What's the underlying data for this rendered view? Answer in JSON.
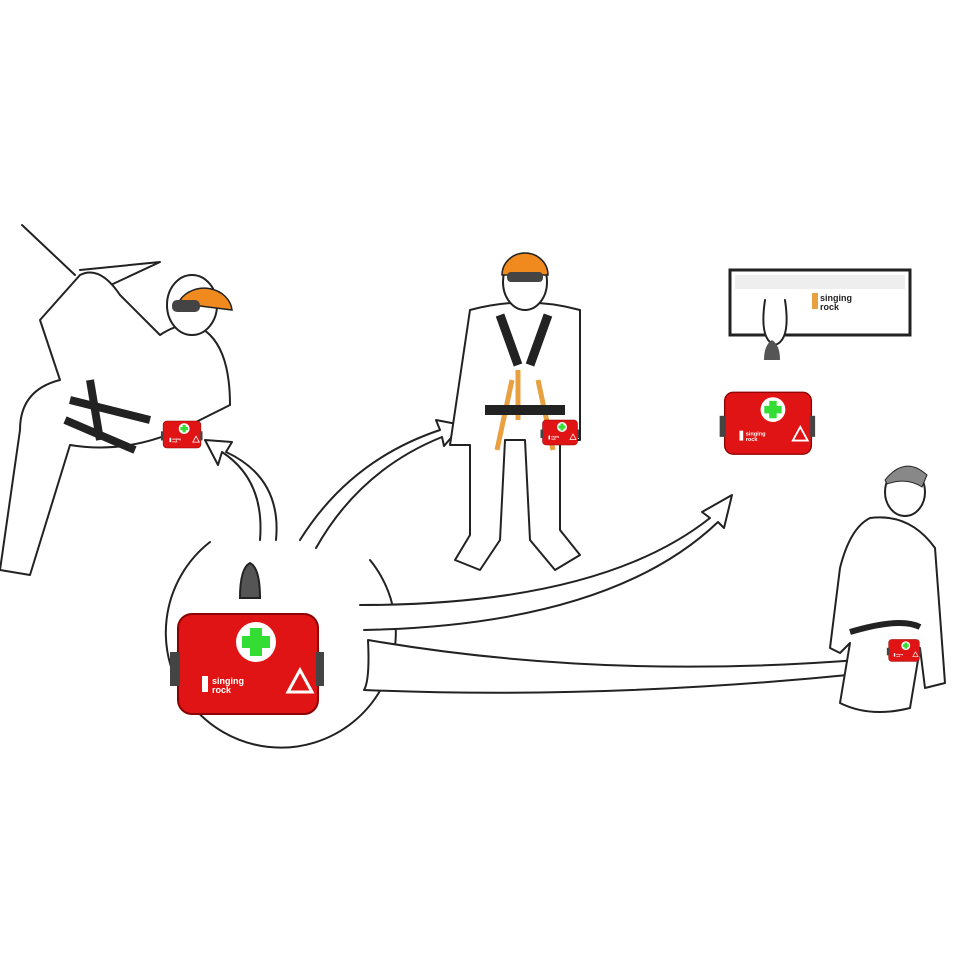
{
  "illustration": {
    "brand_logo": "singing rock",
    "colors": {
      "kit_red": "#e01414",
      "cross_green": "#33dd33",
      "helmet_orange": "#f08a1e",
      "strap_gray": "#555555",
      "harness_orange": "#e8a040"
    },
    "scenes": [
      "kit-attached-to-climber-harness",
      "kit-attached-to-worker-harness",
      "kit-hanging-from-anchor-bar",
      "kit-on-waist-belt"
    ]
  }
}
